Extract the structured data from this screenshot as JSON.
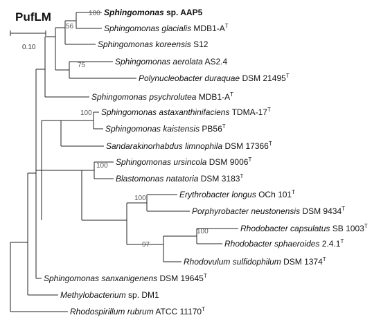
{
  "title": "PufLM",
  "scale_bar": {
    "label": "0.10"
  },
  "taxa": [
    {
      "id": "aap5",
      "genus": "Sphingomonas",
      "rest": " sp. AAP5",
      "italic_all": true,
      "bold": true,
      "type_strain": false
    },
    {
      "id": "glacialis",
      "genus": "Sphingomonas glacialis",
      "rest": " MDB1-A",
      "type_strain": true
    },
    {
      "id": "koreensis",
      "genus": "Sphingomonas koreensis",
      "rest": " S12",
      "type_strain": false
    },
    {
      "id": "aerolata",
      "genus": "Sphingomonas aerolata",
      "rest": " AS2.4",
      "type_strain": false
    },
    {
      "id": "duraquae",
      "genus": "Polynucleobacter duraquae",
      "rest": " DSM 21495",
      "type_strain": true
    },
    {
      "id": "psychrolutea",
      "genus": "Sphingomonas psychrolutea",
      "rest": " MDB1-A",
      "type_strain": true
    },
    {
      "id": "astax",
      "genus": "Sphingomonas astaxanthinifaciens",
      "rest": " TDMA-17",
      "type_strain": true
    },
    {
      "id": "kaistensis",
      "genus": "Sphingomonas kaistensis",
      "rest": " PB56",
      "type_strain": true
    },
    {
      "id": "sandarak",
      "genus": "Sandarakinorhabdus limnophila",
      "rest": " DSM 17366",
      "type_strain": true
    },
    {
      "id": "ursincola",
      "genus": "Sphingomonas ursincola",
      "rest": " DSM 9006",
      "type_strain": true
    },
    {
      "id": "natatoria",
      "genus": "Blastomonas natatoria",
      "rest": " DSM 3183",
      "type_strain": true
    },
    {
      "id": "longus",
      "genus": "Erythrobacter longus",
      "rest": " OCh 101",
      "type_strain": true
    },
    {
      "id": "porphyro",
      "genus": "Porphyrobacter neustonensis",
      "rest": " DSM 9434",
      "type_strain": true
    },
    {
      "id": "capsulatus",
      "genus": "Rhodobacter capsulatus",
      "rest": " SB 1003",
      "type_strain": true
    },
    {
      "id": "sphaeroides",
      "genus": "Rhodobacter sphaeroides",
      "rest": " 2.4.1",
      "type_strain": true
    },
    {
      "id": "sulfido",
      "genus": "Rhodovulum sulfidophilum",
      "rest": " DSM 1374",
      "type_strain": true
    },
    {
      "id": "sanxani",
      "genus": "Sphingomonas sanxanigenens",
      "rest": " DSM 19645",
      "type_strain": true
    },
    {
      "id": "methylo",
      "genus": "Methylobacterium",
      "rest": " sp. DM1",
      "type_strain": false
    },
    {
      "id": "rubrum",
      "genus": "Rhodospirillum rubrum",
      "rest": " ATCC 11170",
      "type_strain": true
    }
  ],
  "bootstrap": {
    "aap5_glacialis": "100",
    "koreensis_clade": "56",
    "aerolata_duraquae": "75",
    "astax_kaistensis": "100",
    "ursincola_natatoria": "100",
    "longus_porphyro": "100",
    "capsulatus_sphaeroides": "100",
    "rhodobacter_clade": "97"
  },
  "type_strain_mark": "T"
}
